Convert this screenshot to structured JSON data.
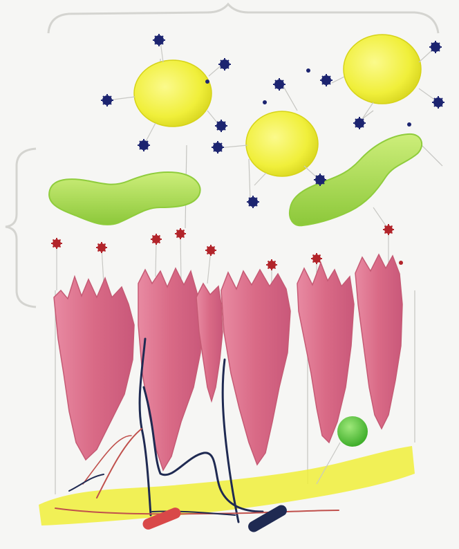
{
  "diagram": {
    "colors": {
      "background": "#f6f6f4",
      "bracket": "#d4d4d0",
      "thin_line": "#c4c4c0",
      "yellow_cell": "#f0ef3a",
      "green_rod": "#a8dc4e",
      "blue_star": "#1c2470",
      "red_star": "#b2242a",
      "epithelium": "#d96a86",
      "basement": "#f0ee3a",
      "nerve_dark": "#1f2a52",
      "nerve_red": "#c0504c",
      "green_ball": "#5ecb38"
    },
    "yellow_cell_count": 3,
    "green_rod_count": 2,
    "blue_star_count": 17,
    "red_star_count": 9,
    "epithelial_cell_count": 6
  }
}
